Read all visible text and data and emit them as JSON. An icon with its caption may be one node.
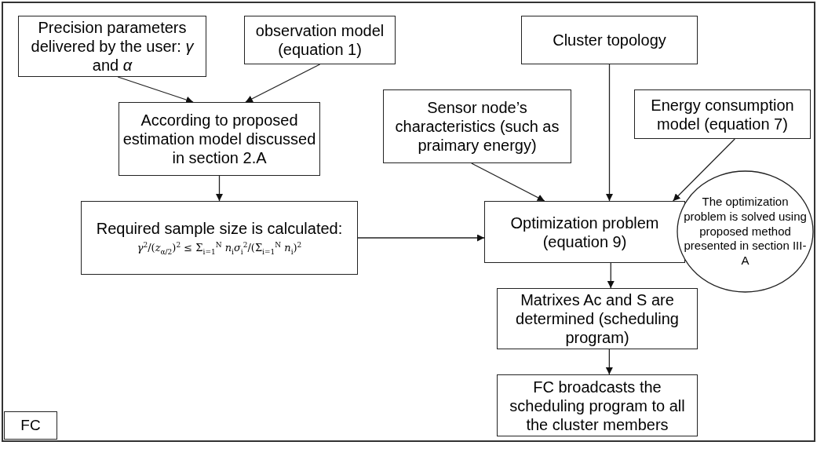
{
  "diagram": {
    "nodes": [
      {
        "text": [
          "FC"
        ]
      },
      {
        "text": [
          "Precision parameters delivered by the user: *γ* and *α*"
        ],
        "in": 0
      },
      {
        "text": [
          "observation model (equation 1)"
        ],
        "in": 0
      },
      {
        "text": [
          "According to proposed estimation model discussed in section 2.A"
        ],
        "in": 0
      },
      {
        "text": [
          "Required sample size is calculated:",
          "*γ*$^{2}$/(*z*$_{α/2}$)$^{2}$ ≤ Σ$_{i=1}$$^{N}$ *n*$_{i}$*σ*$_{i}$$^{2}$/(Σ$_{i=1}$$^{N}$ *n*$_{i}$)$^{2}$"
        ],
        "in": 0
      },
      {
        "text": [
          "Cluster topology"
        ],
        "in": 0
      },
      {
        "text": [
          "Sensor node’s characteristics (such as praimary energy)"
        ],
        "in": 0
      },
      {
        "text": [
          "Energy consumption model (equation 7)"
        ],
        "in": 0
      },
      {
        "text": [
          "Optimization problem (equation 9)"
        ],
        "in": 0
      },
      {
        "text": [
          "The optimization problem is solved using proposed method presented in section III-A"
        ],
        "in": 0
      },
      {
        "text": [
          "Matrixes Ac and S are determined (scheduling program)"
        ],
        "in": 0
      },
      {
        "text": [
          "FC broadcasts the scheduling program to all the cluster members"
        ],
        "in": 0
      }
    ],
    "edges": [
      {
        "from": 1,
        "to": 3,
        "arrow": "to"
      },
      {
        "from": 2,
        "to": 3,
        "arrow": "to"
      },
      {
        "from": 3,
        "to": 4,
        "arrow": "to"
      },
      {
        "from": 4,
        "to": 8,
        "arrow": "to"
      },
      {
        "from": 6,
        "to": 8,
        "arrow": "to"
      },
      {
        "from": 5,
        "to": 8,
        "arrow": "to"
      },
      {
        "from": 7,
        "to": 8,
        "arrow": "to"
      },
      {
        "from": 8,
        "to": 10,
        "arrow": "to"
      },
      {
        "from": 10,
        "to": 11,
        "arrow": "to"
      }
    ]
  }
}
